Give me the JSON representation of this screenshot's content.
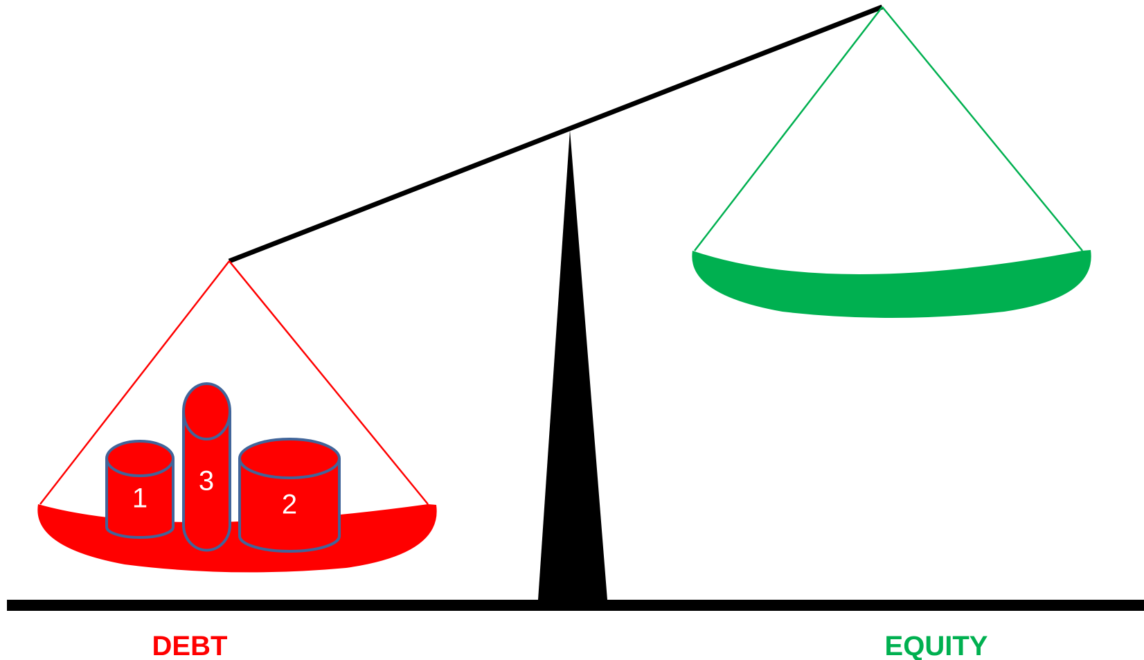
{
  "labels": {
    "left": "DEBT",
    "right": "EQUITY"
  },
  "weights": [
    {
      "label": "1"
    },
    {
      "label": "3"
    },
    {
      "label": "2"
    }
  ],
  "colors": {
    "debt": "#ff0000",
    "equity": "#00b050",
    "beam": "#000000",
    "weight_outline": "#41659a",
    "weight_text": "#ffffff"
  },
  "tilt": "left side down (debt heavier)"
}
